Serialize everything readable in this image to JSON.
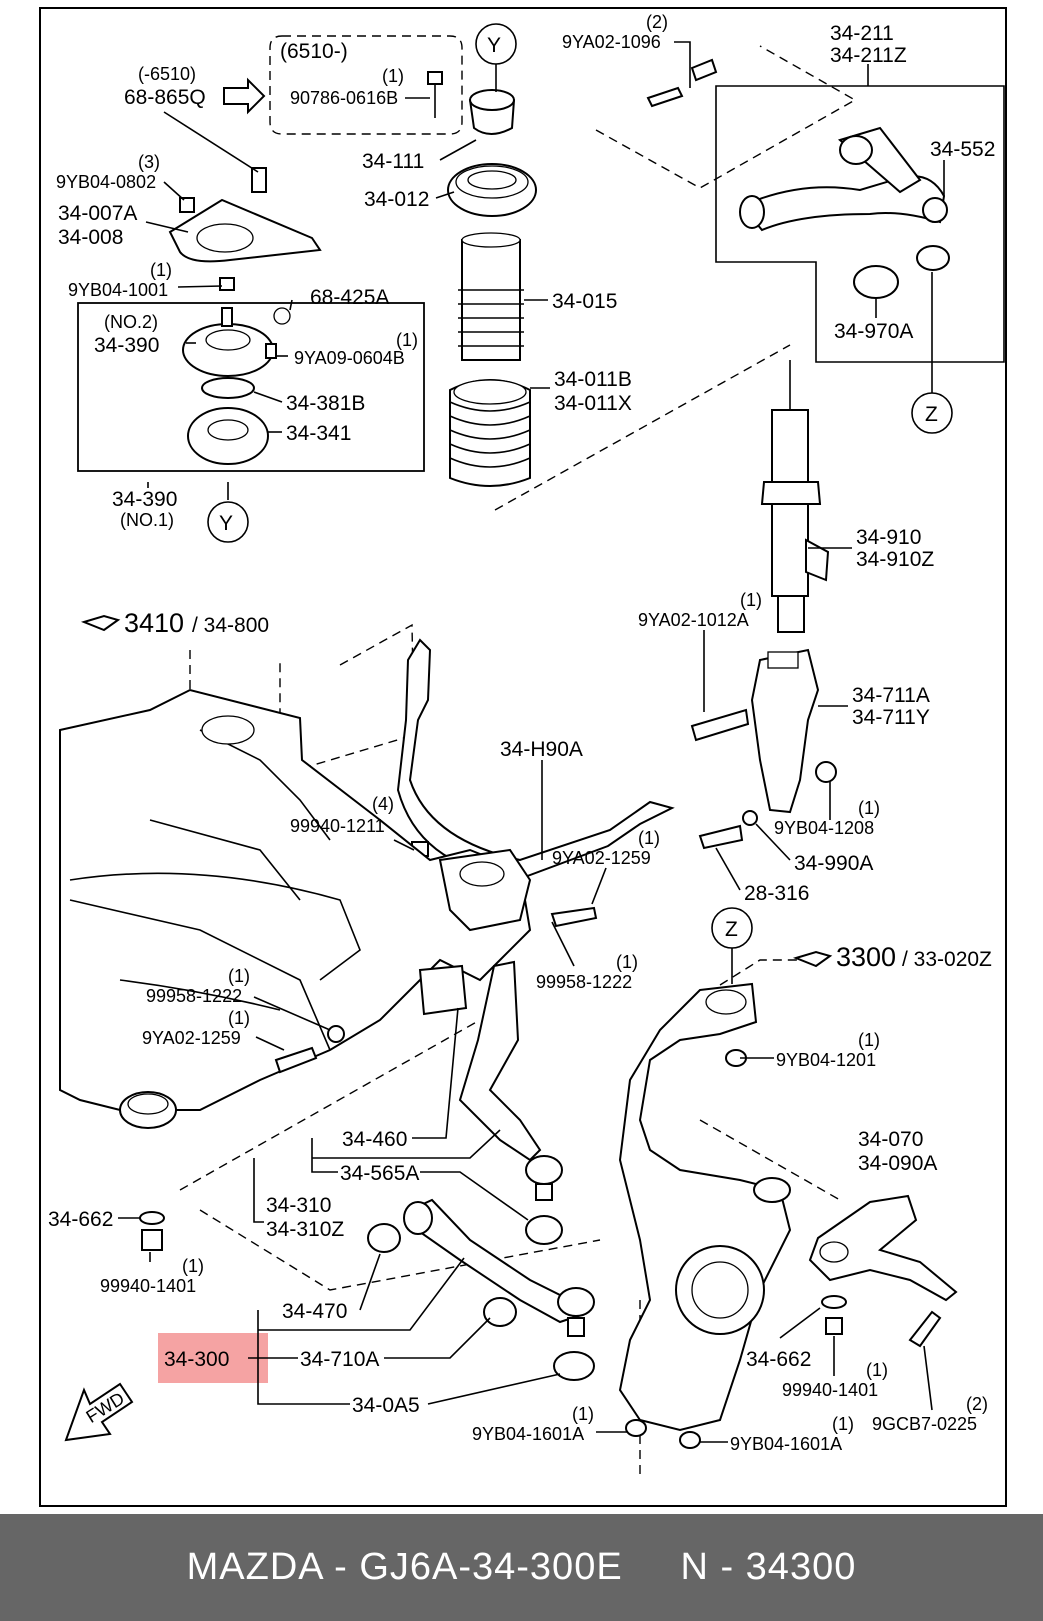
{
  "diagram": {
    "labels": [
      {
        "id": "l-6510-paren",
        "text": "(-6510)"
      },
      {
        "id": "l-68-865q",
        "text": "68-865Q"
      },
      {
        "id": "l-6510-box",
        "text": "(6510-)"
      },
      {
        "id": "l-qty-90786",
        "text": "(1)"
      },
      {
        "id": "l-90786",
        "text": "90786-0616B"
      },
      {
        "id": "l-y-top",
        "text": "Y"
      },
      {
        "id": "l-qty-1096",
        "text": "(2)"
      },
      {
        "id": "l-9ya02-1096",
        "text": "9YA02-1096"
      },
      {
        "id": "l-34-211",
        "text": "34-211"
      },
      {
        "id": "l-34-211z",
        "text": "34-211Z"
      },
      {
        "id": "l-qty-0802",
        "text": "(3)"
      },
      {
        "id": "l-9yb04-0802",
        "text": "9YB04-0802"
      },
      {
        "id": "l-34-111",
        "text": "34-111"
      },
      {
        "id": "l-34-552",
        "text": "34-552"
      },
      {
        "id": "l-34-007a",
        "text": "34-007A"
      },
      {
        "id": "l-34-008",
        "text": "34-008"
      },
      {
        "id": "l-34-012",
        "text": "34-012"
      },
      {
        "id": "l-qty-1001",
        "text": "(1)"
      },
      {
        "id": "l-9yb04-1001",
        "text": "9YB04-1001"
      },
      {
        "id": "l-68-425a",
        "text": "68-425A"
      },
      {
        "id": "l-34-015",
        "text": "34-015"
      },
      {
        "id": "l-no2",
        "text": "(NO.2)"
      },
      {
        "id": "l-qty-0604",
        "text": "(1)"
      },
      {
        "id": "l-34-390-a",
        "text": "34-390"
      },
      {
        "id": "l-9ya09-0604b",
        "text": "9YA09-0604B"
      },
      {
        "id": "l-34-970a",
        "text": "34-970A"
      },
      {
        "id": "l-34-011b",
        "text": "34-011B"
      },
      {
        "id": "l-34-011x",
        "text": "34-011X"
      },
      {
        "id": "l-34-381b",
        "text": "34-381B"
      },
      {
        "id": "l-34-341",
        "text": "34-341"
      },
      {
        "id": "l-z-top",
        "text": "Z"
      },
      {
        "id": "l-34-390-b",
        "text": "34-390"
      },
      {
        "id": "l-no1",
        "text": "(NO.1)"
      },
      {
        "id": "l-y-bot",
        "text": "Y"
      },
      {
        "id": "l-34-910",
        "text": "34-910"
      },
      {
        "id": "l-34-910z",
        "text": "34-910Z"
      },
      {
        "id": "l-qty-1012",
        "text": "(1)"
      },
      {
        "id": "l-9ya02-1012a",
        "text": "9YA02-1012A"
      },
      {
        "id": "l-3410",
        "text": "3410"
      },
      {
        "id": "l-34-800",
        "text": "/ 34-800"
      },
      {
        "id": "l-34-711a",
        "text": "34-711A"
      },
      {
        "id": "l-34-711y",
        "text": "34-711Y"
      },
      {
        "id": "l-34-h90a",
        "text": "34-H90A"
      },
      {
        "id": "l-qty-1211",
        "text": "(4)"
      },
      {
        "id": "l-99940-1211",
        "text": "99940-1211"
      },
      {
        "id": "l-qty-1208",
        "text": "(1)"
      },
      {
        "id": "l-9yb04-1208",
        "text": "9YB04-1208"
      },
      {
        "id": "l-qty-1259a",
        "text": "(1)"
      },
      {
        "id": "l-9ya02-1259a",
        "text": "9YA02-1259"
      },
      {
        "id": "l-34-990a",
        "text": "34-990A"
      },
      {
        "id": "l-28-316",
        "text": "28-316"
      },
      {
        "id": "l-qty-1222a",
        "text": "(1)"
      },
      {
        "id": "l-99958-1222a",
        "text": "99958-1222"
      },
      {
        "id": "l-z-bot",
        "text": "Z"
      },
      {
        "id": "l-3300",
        "text": "3300"
      },
      {
        "id": "l-33-020z",
        "text": "/ 33-020Z"
      },
      {
        "id": "l-qty-1222b",
        "text": "(1)"
      },
      {
        "id": "l-99958-1222b",
        "text": "99958-1222"
      },
      {
        "id": "l-qty-1259b",
        "text": "(1)"
      },
      {
        "id": "l-9ya02-1259b",
        "text": "9YA02-1259"
      },
      {
        "id": "l-qty-1201",
        "text": "(1)"
      },
      {
        "id": "l-9yb04-1201",
        "text": "9YB04-1201"
      },
      {
        "id": "l-34-460",
        "text": "34-460"
      },
      {
        "id": "l-34-070",
        "text": "34-070"
      },
      {
        "id": "l-34-090a",
        "text": "34-090A"
      },
      {
        "id": "l-34-565a",
        "text": "34-565A"
      },
      {
        "id": "l-34-310",
        "text": "34-310"
      },
      {
        "id": "l-34-310z",
        "text": "34-310Z"
      },
      {
        "id": "l-34-662-a",
        "text": "34-662"
      },
      {
        "id": "l-qty-1401a",
        "text": "(1)"
      },
      {
        "id": "l-99940-1401a",
        "text": "99940-1401"
      },
      {
        "id": "l-34-470",
        "text": "34-470"
      },
      {
        "id": "l-34-300",
        "text": "34-300"
      },
      {
        "id": "l-34-710a",
        "text": "34-710A"
      },
      {
        "id": "l-34-662-b",
        "text": "34-662"
      },
      {
        "id": "l-qty-1401b",
        "text": "(1)"
      },
      {
        "id": "l-99940-1401b",
        "text": "99940-1401"
      },
      {
        "id": "l-qty-0225",
        "text": "(2)"
      },
      {
        "id": "l-9gcb7-0225",
        "text": "9GCB7-0225"
      },
      {
        "id": "l-34-0a5",
        "text": "34-0A5"
      },
      {
        "id": "l-qty-1601a",
        "text": "(1)"
      },
      {
        "id": "l-9yb04-1601a-a",
        "text": "9YB04-1601A"
      },
      {
        "id": "l-qty-1601b",
        "text": "(1)"
      },
      {
        "id": "l-9yb04-1601a-b",
        "text": "9YB04-1601A"
      },
      {
        "id": "l-fwd",
        "text": "FWD"
      }
    ],
    "highlight_color": "#f5a3a3",
    "line_color": "#000000"
  },
  "footer": {
    "text": "MAZDA - GJ6A-34-300E     N - 34300",
    "background": "#666666",
    "text_color": "#ffffff"
  }
}
